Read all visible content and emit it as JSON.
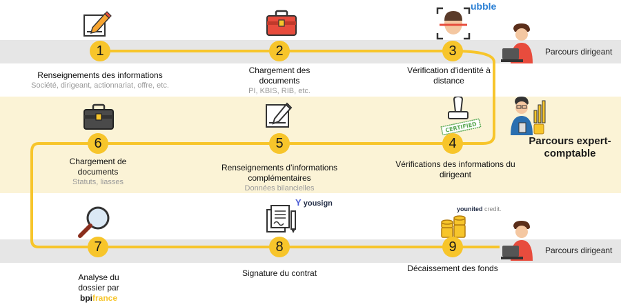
{
  "steps": [
    {
      "num": "1",
      "title": "Renseignements des informations",
      "sub": "Société, dirigeant, actionnariat, offre, etc.",
      "icon": "edit-form-icon"
    },
    {
      "num": "2",
      "title": "Chargement des documents",
      "sub": "PI, KBIS, RIB, etc.",
      "icon": "toolbox-red-icon"
    },
    {
      "num": "3",
      "title": "Vérification d’identité à distance",
      "sub": "",
      "icon": "face-scan-icon"
    },
    {
      "num": "4",
      "title": "Vérifications des informations du dirigeant",
      "sub": "",
      "icon": "certified-stamp-icon"
    },
    {
      "num": "5",
      "title": "Renseignements d’informations complémentaires",
      "sub": "Données bilancielles",
      "icon": "edit-form-icon"
    },
    {
      "num": "6",
      "title": "Chargement de documents",
      "sub": "Statuts, liasses",
      "icon": "toolbox-dark-icon"
    },
    {
      "num": "7",
      "title": "Analyse du dossier par",
      "sub": "",
      "icon": "magnifier-icon"
    },
    {
      "num": "8",
      "title": "Signature du contrat",
      "sub": "",
      "icon": "contract-pen-icon"
    },
    {
      "num": "9",
      "title": "Décaissement des fonds",
      "sub": "",
      "icon": "coins-stack-icon"
    }
  ],
  "lanes": {
    "top": "Parcours dirigeant",
    "middle": "Parcours expert-comptable",
    "bottom": "Parcours dirigeant"
  },
  "brands": {
    "ubble": "ubble",
    "yousign": "yousign",
    "younited": "younited",
    "younited_suffix": "credit.",
    "bpi": "bpi",
    "bpi_suffix": "france"
  },
  "colors": {
    "flow": "#f7c52b",
    "band_grey": "#e6e6e6",
    "band_yellow": "#fbf3d6"
  }
}
